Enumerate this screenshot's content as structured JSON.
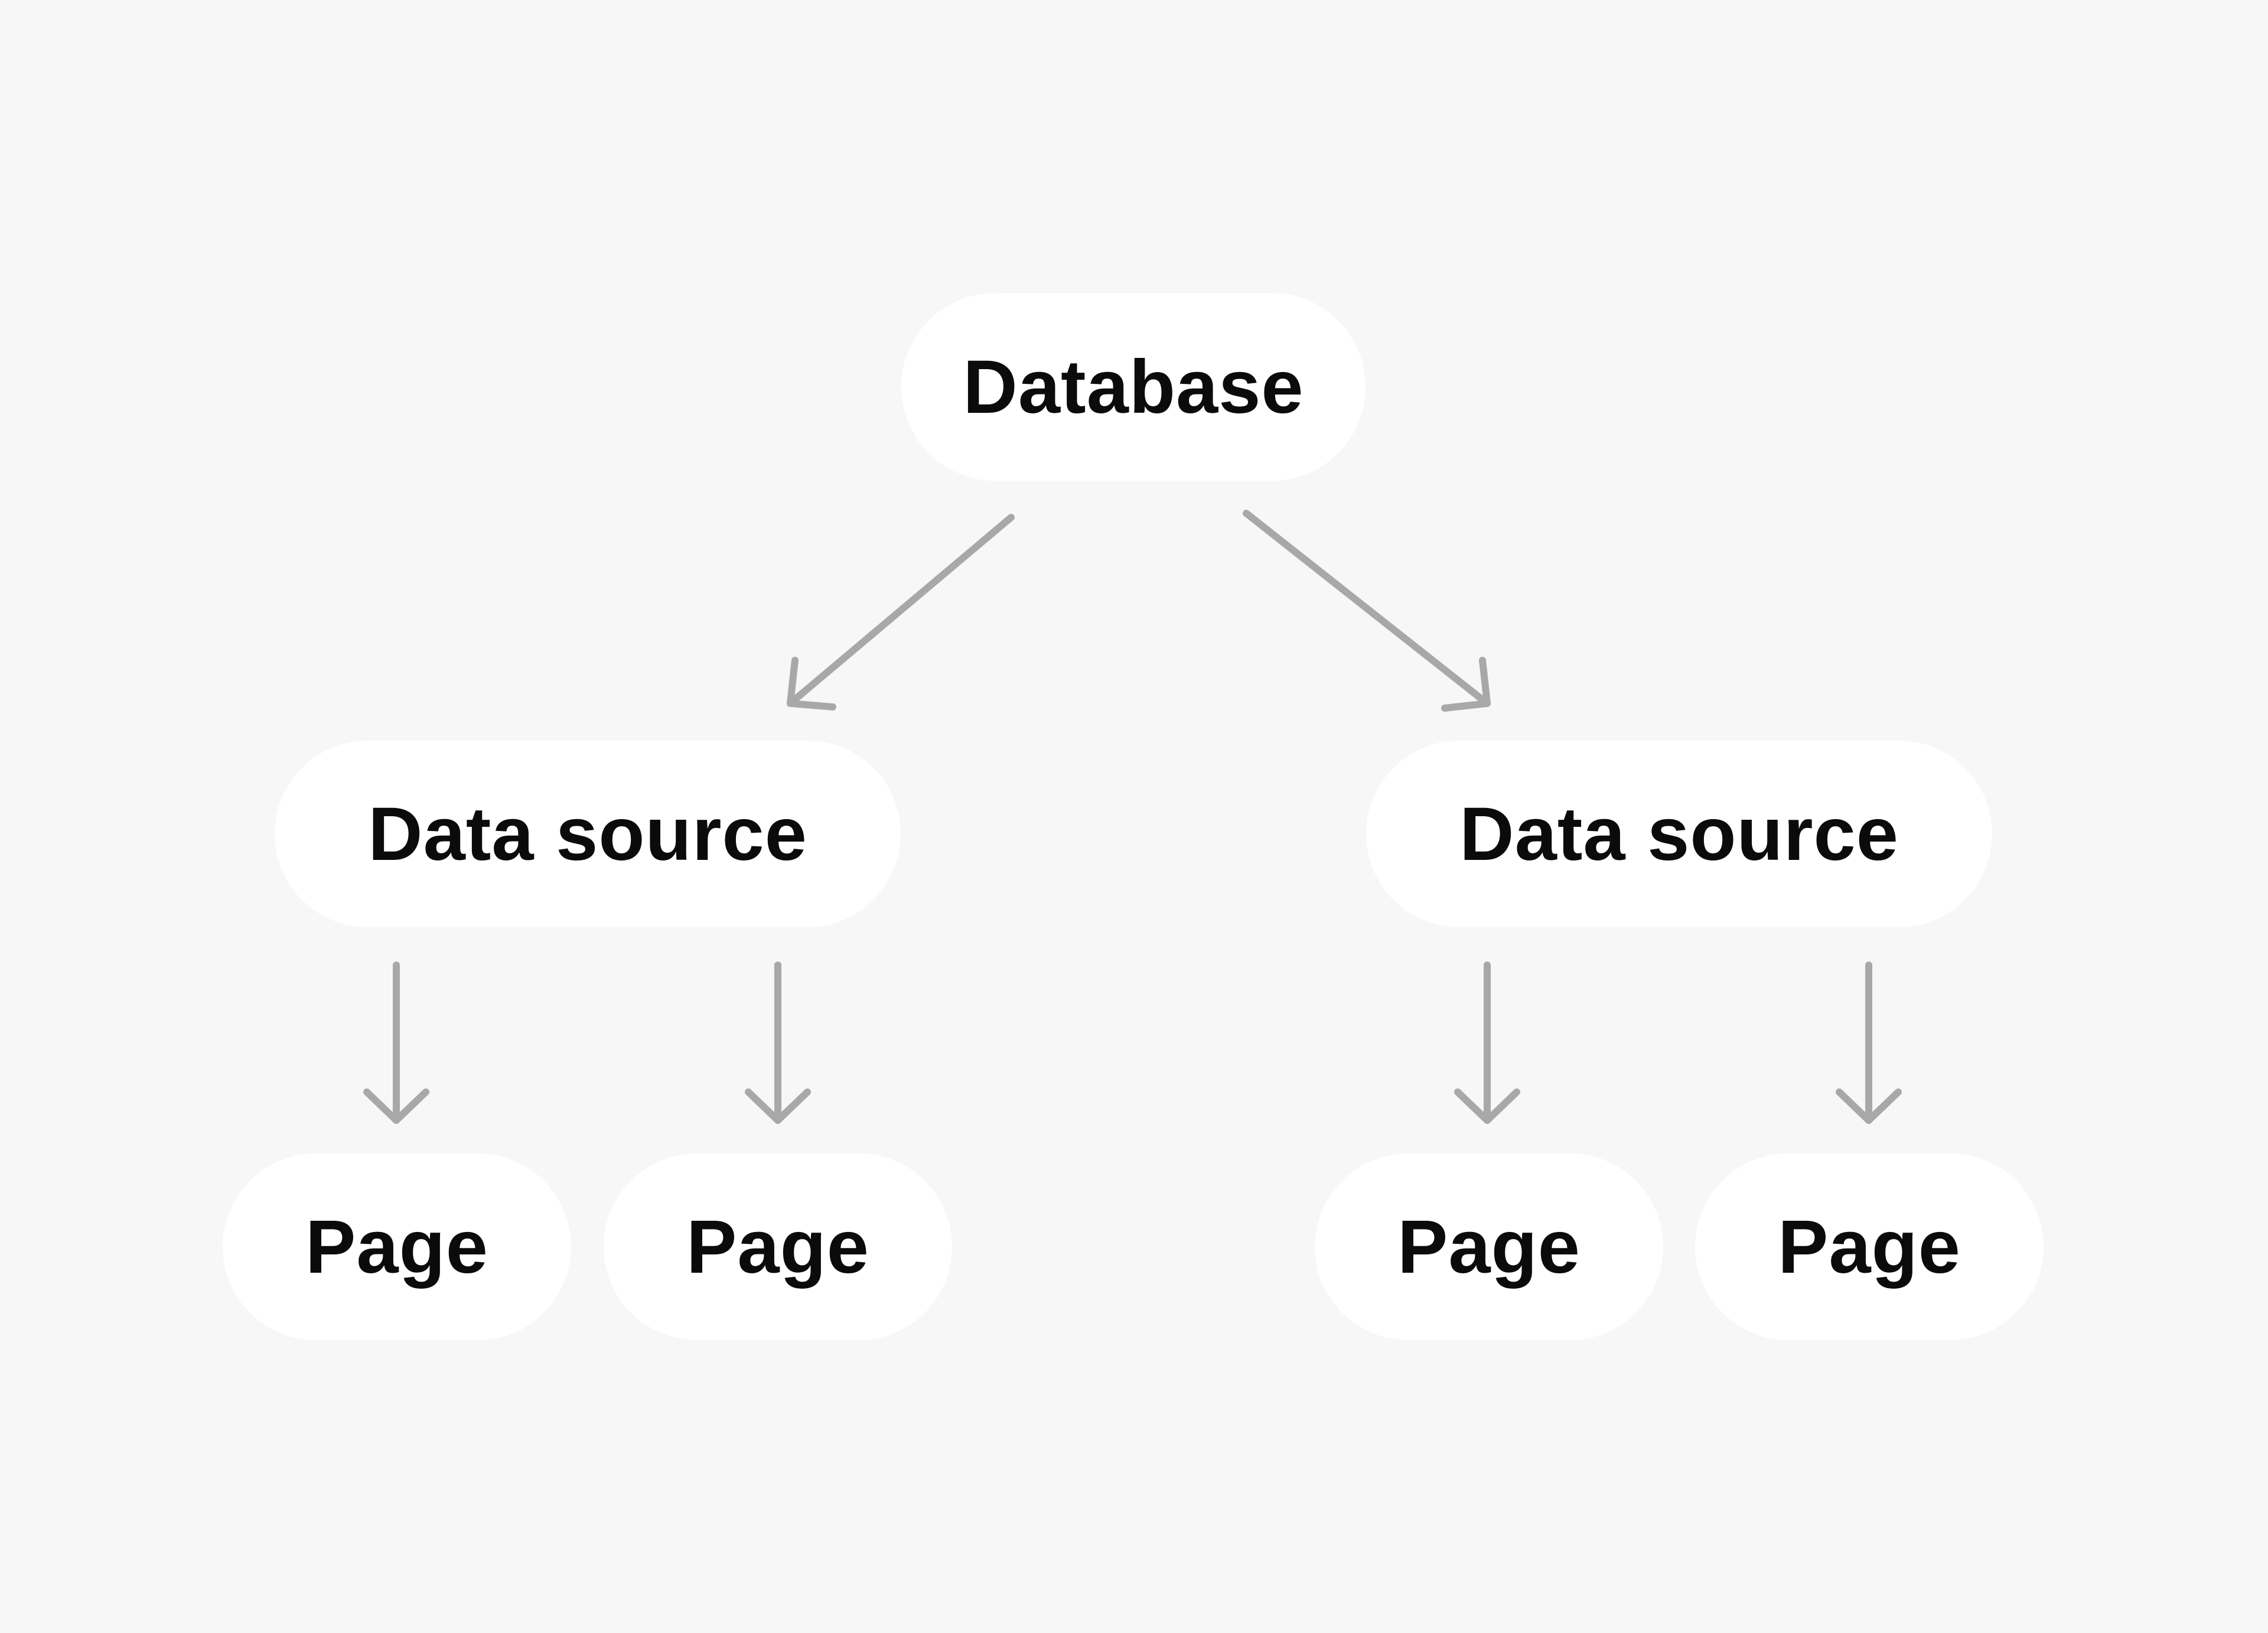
{
  "diagram": {
    "root": {
      "label": "Database"
    },
    "data_sources": [
      {
        "label": "Data source",
        "pages": [
          {
            "label": "Page"
          },
          {
            "label": "Page"
          }
        ]
      },
      {
        "label": "Data source",
        "pages": [
          {
            "label": "Page"
          },
          {
            "label": "Page"
          }
        ]
      }
    ]
  },
  "colors": {
    "background": "#f7f7f7",
    "node_fill": "#ffffff",
    "text": "#0b0b0b",
    "arrow": "#a8a8a8"
  }
}
